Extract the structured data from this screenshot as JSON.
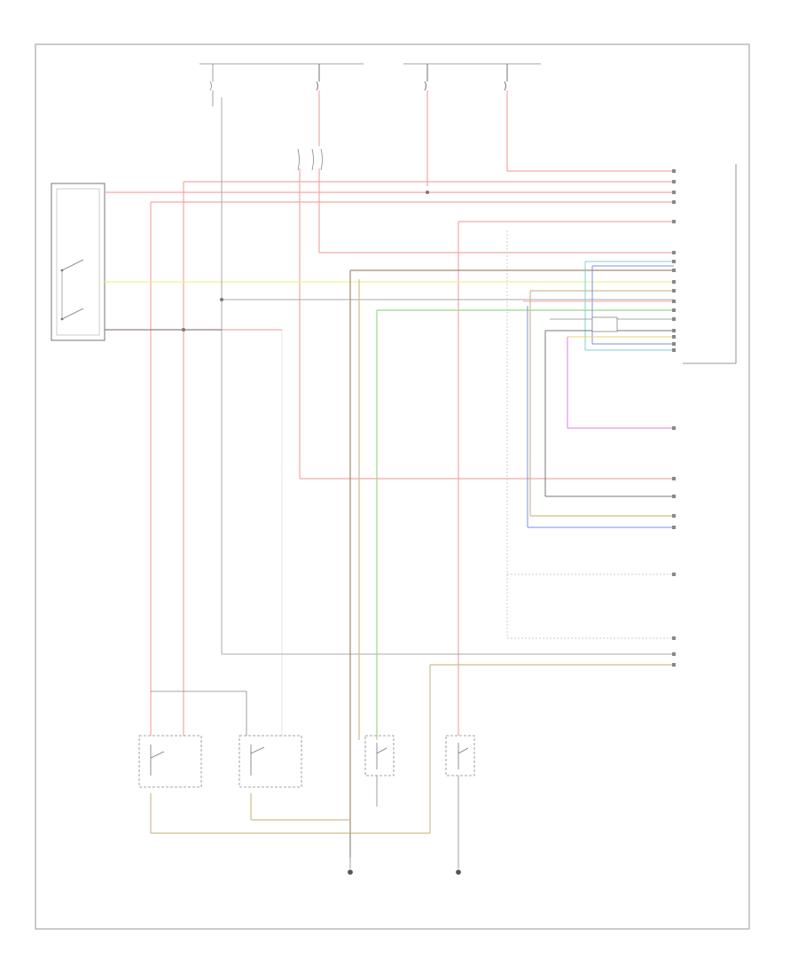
{
  "diagram": {
    "footer": "",
    "components": [
      {
        "id": "combo-switch",
        "label": ""
      },
      {
        "id": "left-headlight",
        "label": ""
      },
      {
        "id": "right-headlight",
        "label": ""
      },
      {
        "id": "fog-lamp",
        "label": ""
      },
      {
        "id": "indicator-lamp",
        "label": ""
      },
      {
        "id": "control-module",
        "label": ""
      },
      {
        "id": "headlight-switch",
        "label": ""
      },
      {
        "id": "cluster",
        "label": ""
      },
      {
        "id": "sensor-module",
        "label": ""
      },
      {
        "id": "trailer-module",
        "label": ""
      },
      {
        "id": "ground-left",
        "label": ""
      },
      {
        "id": "ground-right",
        "label": ""
      }
    ],
    "fuses": [
      {
        "id": "fuse-1",
        "label": ""
      },
      {
        "id": "fuse-2",
        "label": ""
      },
      {
        "id": "fuse-3",
        "label": ""
      },
      {
        "id": "fuse-4",
        "label": ""
      }
    ],
    "wire_colors": {
      "red": "#f4a6a6",
      "yellow": "#f5f08a",
      "green": "#9ad88a",
      "blue": "#7d8fe6",
      "cyan": "#7ecfd6",
      "tan": "#cbbf8e",
      "brown": "#a08d6a",
      "gray": "#aaaaaa",
      "violet": "#e07be8",
      "black": "#777777"
    }
  }
}
